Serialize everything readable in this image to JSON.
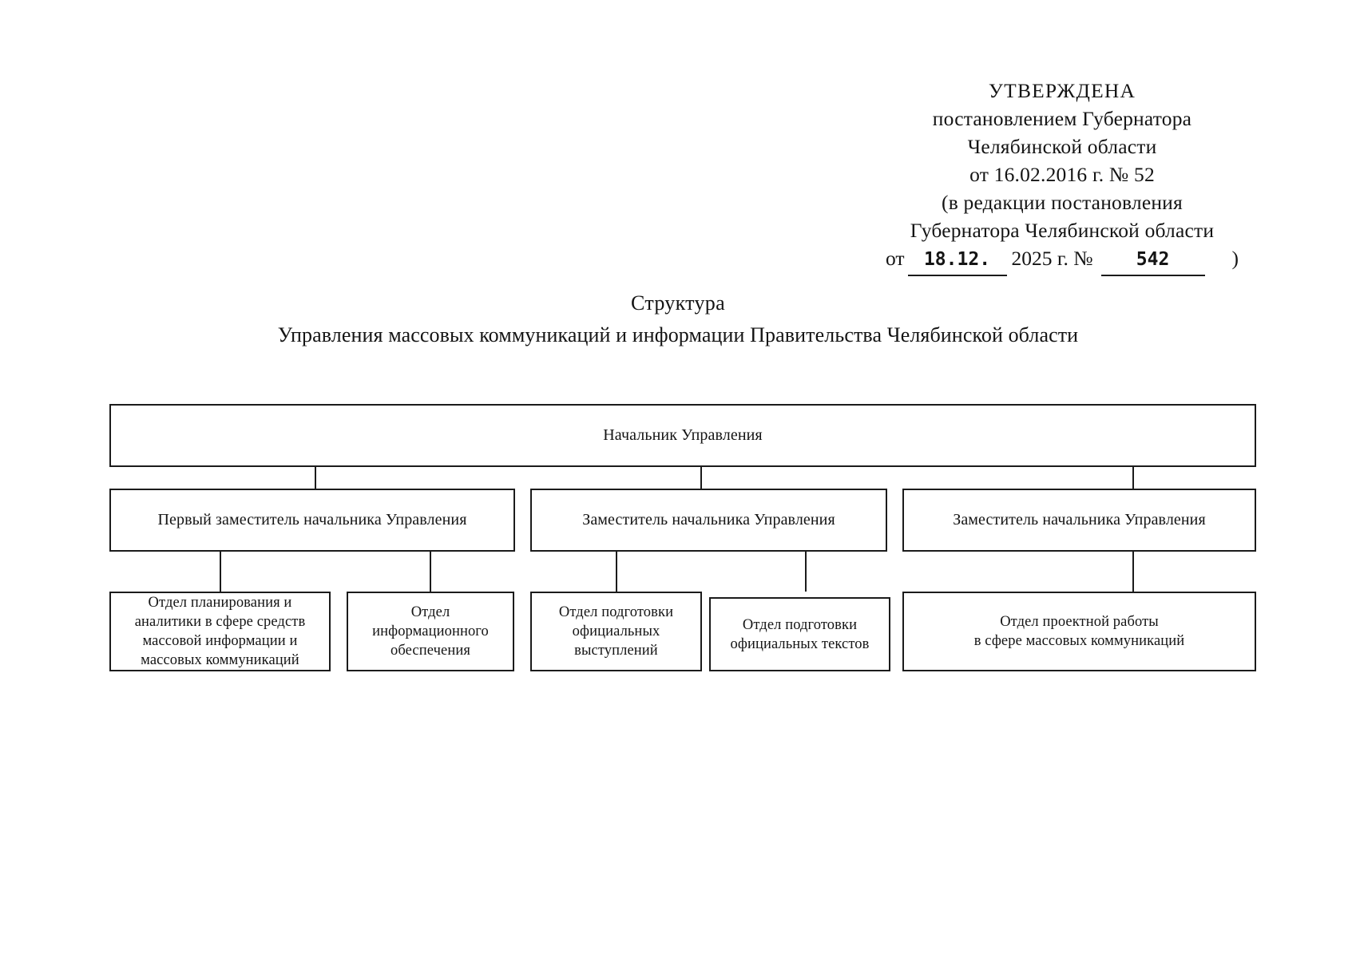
{
  "approval": {
    "line1": "УТВЕРЖДЕНА",
    "line2": "постановлением Губернатора",
    "line3": "Челябинской области",
    "line4": "от 16.02.2016 г. № 52",
    "line5": "(в редакции постановления",
    "line6": "Губернатора Челябинской области",
    "date_label": "от",
    "date_day": "18.12.",
    "date_year": "2025 г. №",
    "doc_number": "542",
    "closing_paren": ")"
  },
  "title": {
    "line1": "Структура",
    "line2": "Управления массовых коммуникаций и информации Правительства Челябинской области"
  },
  "chart_data": {
    "type": "diagram",
    "title": "Структура Управления массовых коммуникаций и информации Правительства Челябинской области",
    "orientation": "top-down",
    "levels": 3,
    "nodes": [
      {
        "id": "n1",
        "level": 1,
        "label": "Начальник Управления"
      },
      {
        "id": "n2",
        "level": 2,
        "label": "Первый заместитель начальника Управления"
      },
      {
        "id": "n3",
        "level": 2,
        "label": "Заместитель начальника Управления"
      },
      {
        "id": "n4",
        "level": 2,
        "label": "Заместитель начальника Управления"
      },
      {
        "id": "n5",
        "level": 3,
        "label": "Отдел планирования и\nаналитики в сфере средств\nмассовой информации и\nмассовых коммуникаций"
      },
      {
        "id": "n6",
        "level": 3,
        "label": "Отдел\nинформационного\nобеспечения"
      },
      {
        "id": "n7",
        "level": 3,
        "label": "Отдел подготовки\nофициальных\nвыступлений"
      },
      {
        "id": "n8",
        "level": 3,
        "label": "Отдел подготовки\nофициальных текстов"
      },
      {
        "id": "n9",
        "level": 3,
        "label": "Отдел проектной работы\nв сфере массовых коммуникаций"
      }
    ],
    "edges": [
      {
        "from": "n1",
        "to": "n2"
      },
      {
        "from": "n1",
        "to": "n3"
      },
      {
        "from": "n1",
        "to": "n4"
      },
      {
        "from": "n2",
        "to": "n5"
      },
      {
        "from": "n2",
        "to": "n6"
      },
      {
        "from": "n3",
        "to": "n7"
      },
      {
        "from": "n3",
        "to": "n8"
      },
      {
        "from": "n4",
        "to": "n9"
      }
    ],
    "colors": {
      "border": "#1b1b1b",
      "background": "#ffffff",
      "text": "#141414"
    }
  }
}
